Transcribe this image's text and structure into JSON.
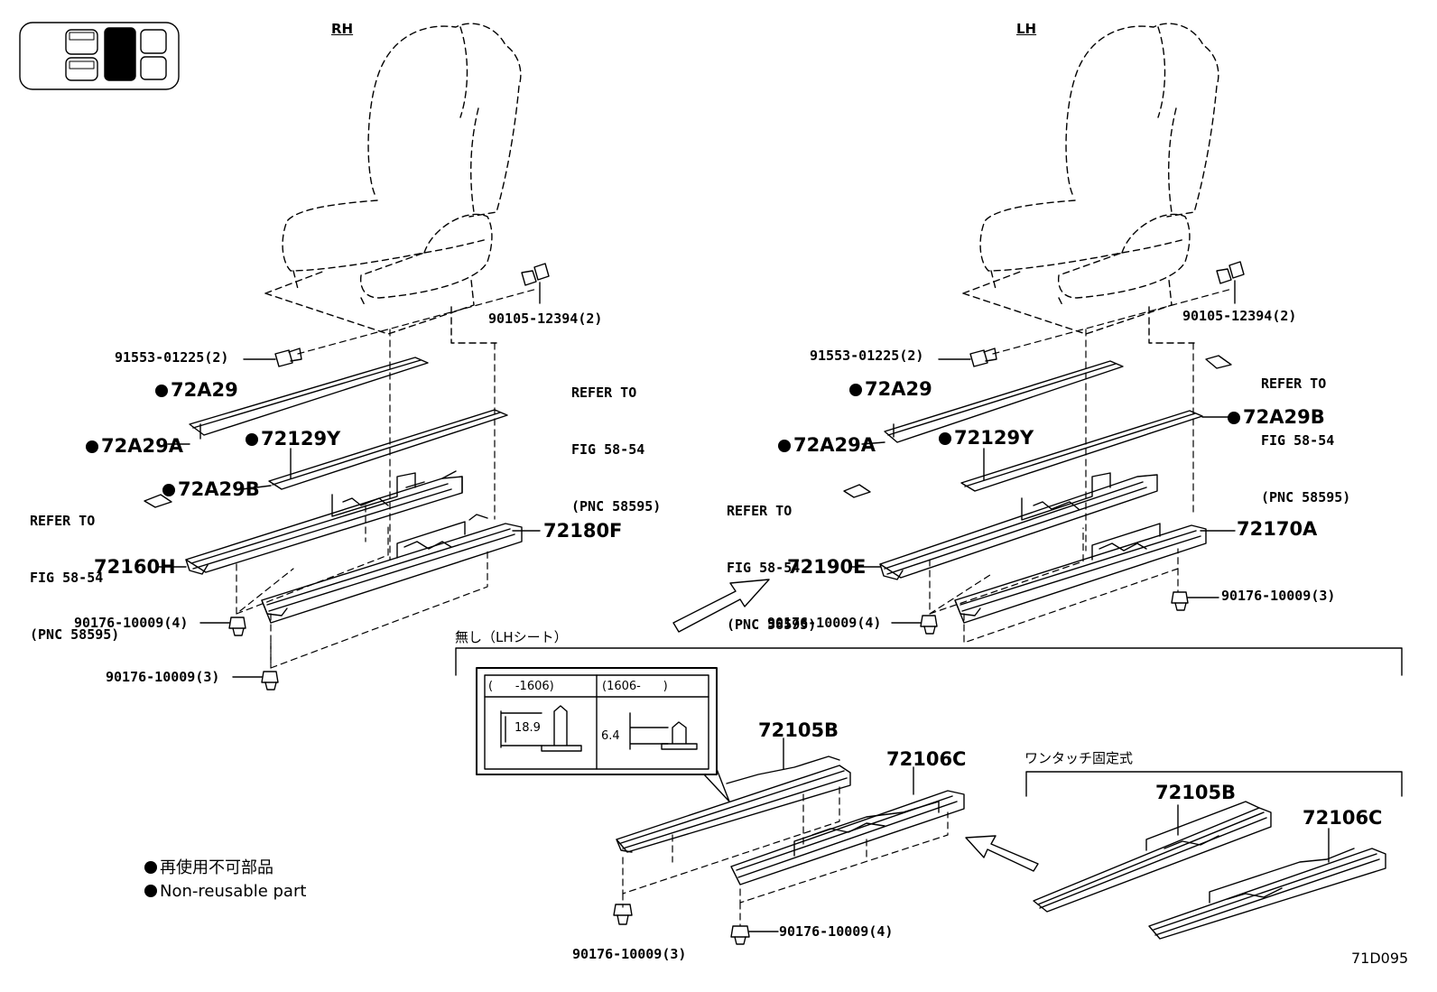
{
  "side_labels": {
    "rh": "RH",
    "lh": "LH"
  },
  "parts": {
    "bolt_90105": "90105-12394(2)",
    "bolt_91553": "91553-01225(2)",
    "p72A29": "72A29",
    "p72A29A": "72A29A",
    "p72129Y": "72129Y",
    "p72A29B": "72A29B",
    "p72180F": "72180F",
    "p72160H": "72160H",
    "p72190E": "72190E",
    "p72170A": "72170A",
    "clip_4": "90176-10009(4)",
    "clip_3": "90176-10009(3)",
    "p72105B": "72105B",
    "p72106C": "72106C"
  },
  "refer": [
    "REFER TO",
    "FIG 58-54",
    "(PNC 58595)"
  ],
  "section_title": "無し（LHシート）",
  "one_touch_title": "ワンタッチ固定式",
  "detail": {
    "col1_header": "(      -1606)",
    "col2_header": "(1606-      )",
    "dim1": "18.9",
    "dim2": "6.4"
  },
  "legend": {
    "jp": "再使用不可部品",
    "en": "Non-reusable part"
  },
  "figure_code": "71D095"
}
